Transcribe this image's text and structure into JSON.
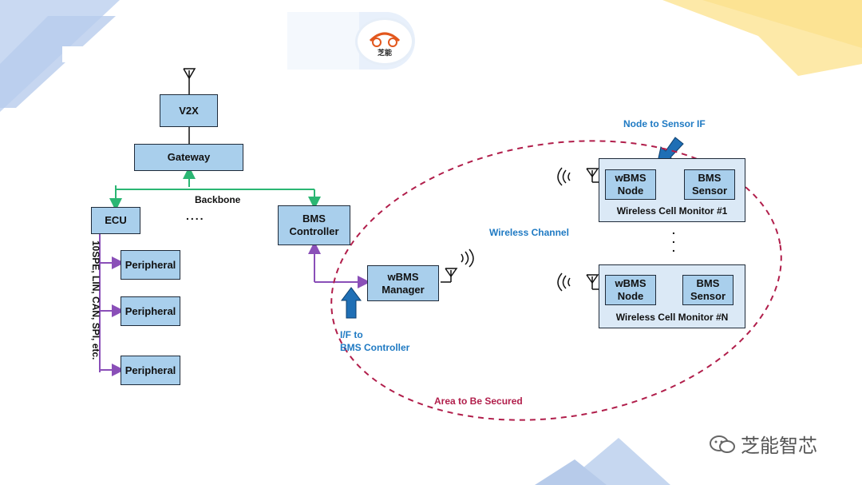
{
  "logo": {
    "text": "芝能"
  },
  "watermark": {
    "text": "芝能智芯"
  },
  "boxes": {
    "v2x": "V2X",
    "gateway": "Gateway",
    "ecu": "ECU",
    "bms_controller": "BMS\nController",
    "peripheral_1": "Peripheral",
    "peripheral_2": "Peripheral",
    "peripheral_3": "Peripheral",
    "wbms_manager": "wBMS\nManager",
    "wbms_node_1": "wBMS\nNode",
    "bms_sensor_1": "BMS\nSensor",
    "wbms_node_n": "wBMS\nNode",
    "bms_sensor_n": "BMS\nSensor"
  },
  "panels": {
    "monitor_1": "Wireless Cell Monitor #1",
    "monitor_n": "Wireless Cell Monitor #N"
  },
  "labels": {
    "backbone": "Backbone",
    "ellipsis_h": "....",
    "ellipsis_v": ".\n.\n.",
    "bus_types": "10SPE, LIN, CAN, SPI, etc.",
    "wireless_channel": "Wireless Channel",
    "node_to_sensor_if": "Node to Sensor IF",
    "if_to_bms": "I/F to\nBMS Controller",
    "area_secured": "Area to Be Secured"
  },
  "colors": {
    "box_fill": "#a9cfec",
    "panel_fill": "#dbe9f6",
    "backbone_line": "#2bb673",
    "bus_line": "#8a4fb8",
    "accent_blue": "#1f7ac3",
    "secured_area": "#b11e4b"
  }
}
